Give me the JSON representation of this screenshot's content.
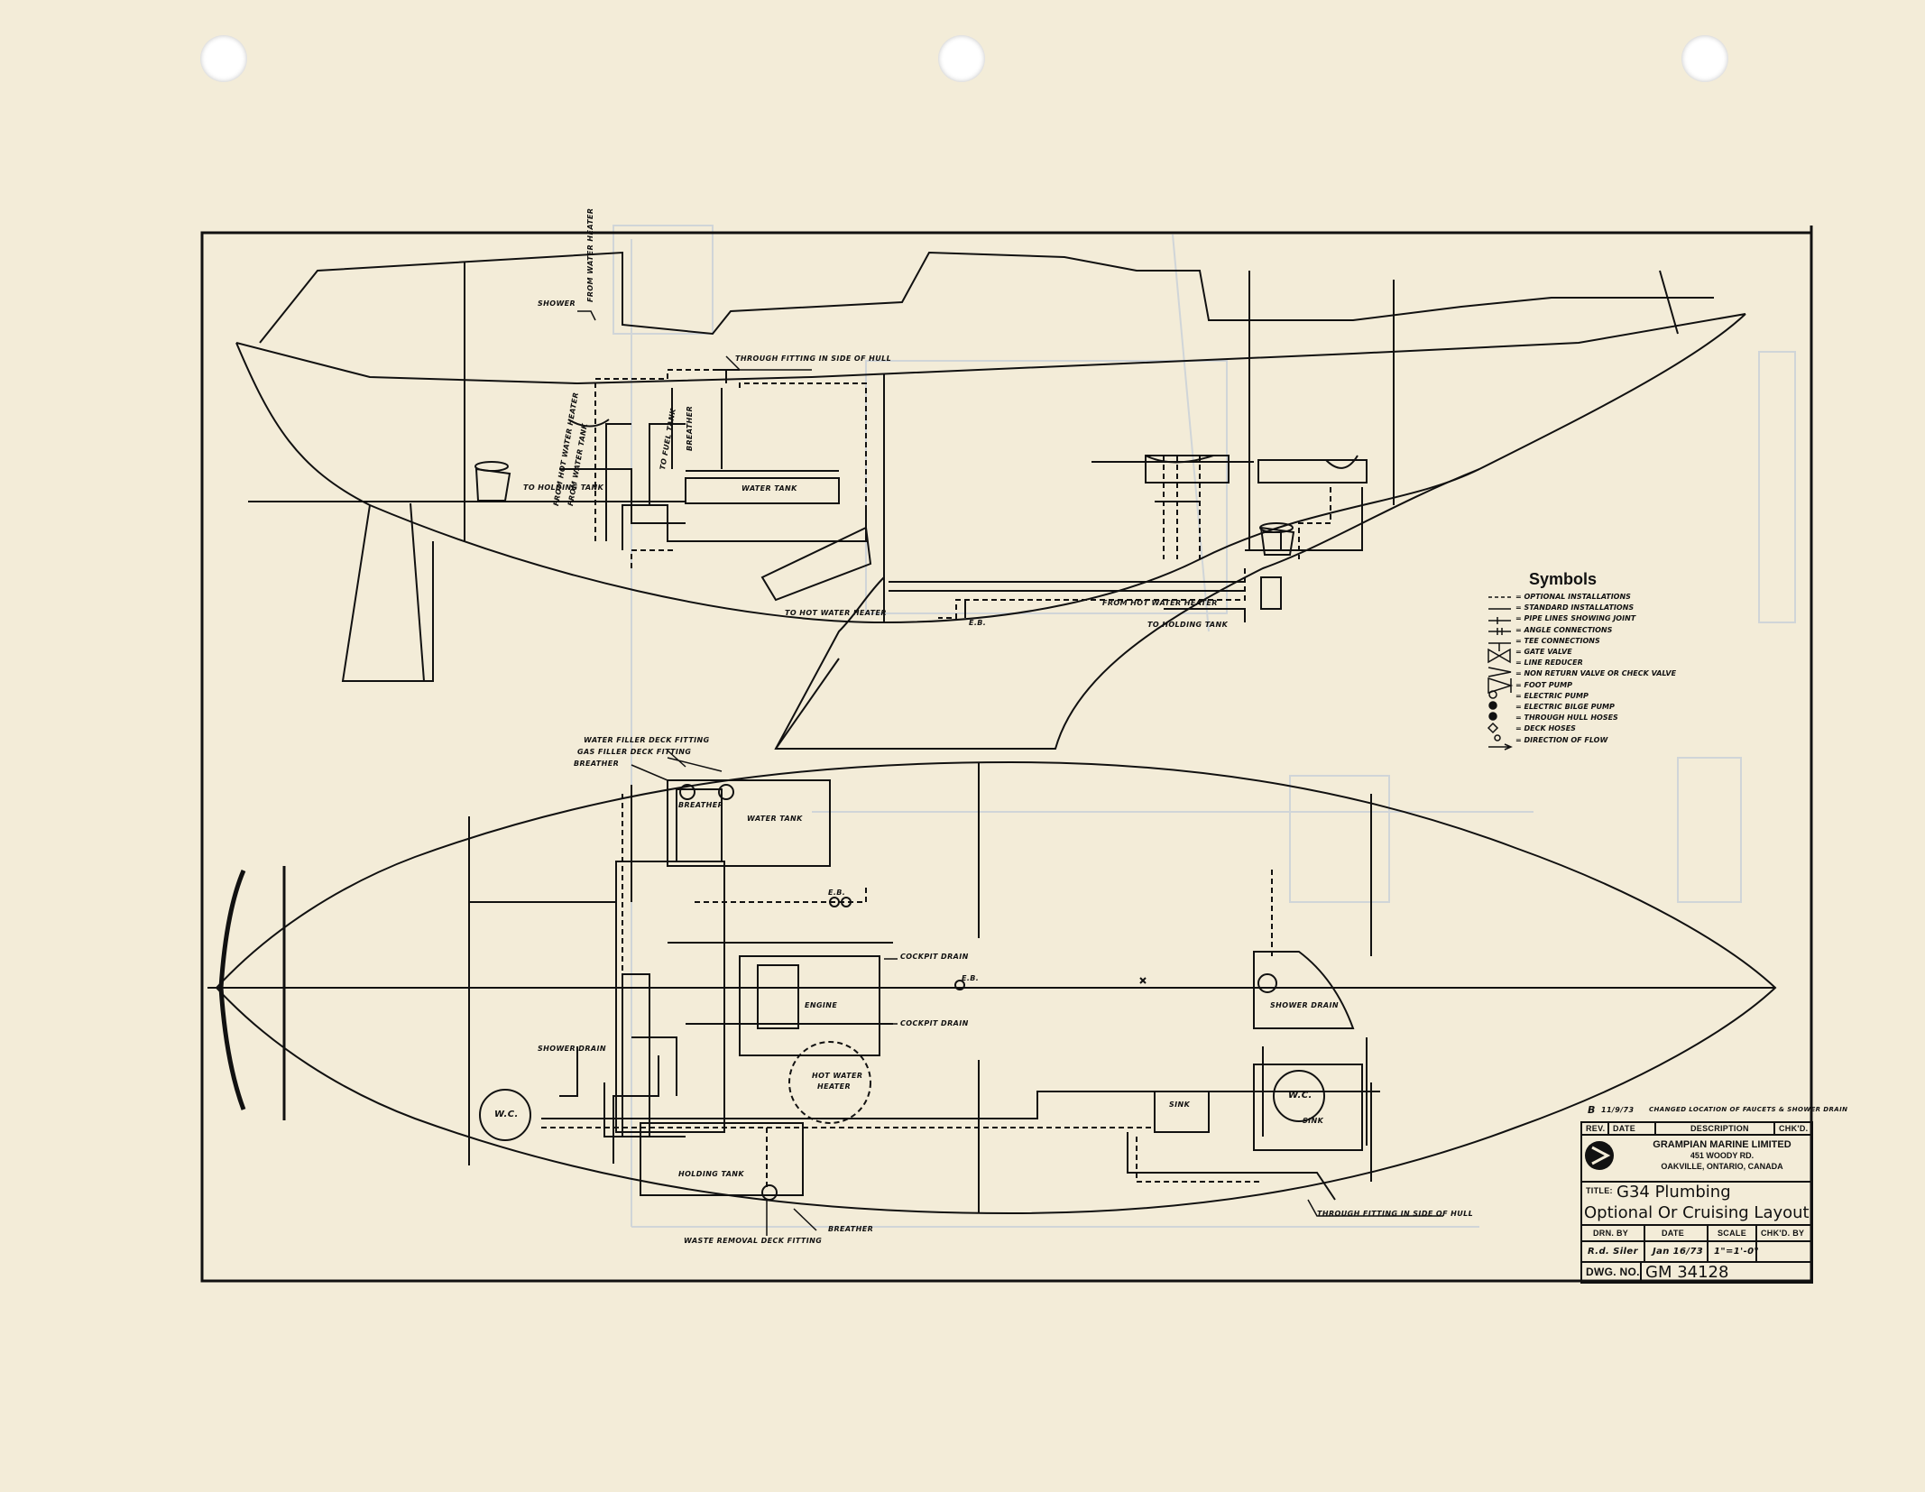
{
  "labels": {
    "shower": "SHOWER",
    "from_water_heater_top": "FROM WATER HEATER",
    "thruhull_top": "THROUGH FITTING IN SIDE OF HULL",
    "from_hot_water_heater_v": "FROM HOT WATER HEATER",
    "from_water_tank_v": "FROM WATER TANK",
    "to_holding_tank_left": "TO HOLDING TANK",
    "to_fuel_tank": "TO FUEL TANK",
    "breather_top": "BREATHER",
    "water_tank_profile": "WATER TANK",
    "to_hot_water_heater": "TO HOT WATER HEATER",
    "eb_profile": "E.B.",
    "from_hot_water_heater": "FROM HOT WATER HEATER",
    "to_holding_tank_right": "TO HOLDING TANK",
    "water_filler": "WATER FILLER DECK FITTING",
    "gas_filler": "GAS FILLER DECK FITTING",
    "breather_plan": "BREATHER",
    "breather_tank": "BREATHER",
    "water_tank_plan": "WATER TANK",
    "eb_plan_top": "E.B.",
    "cockpit_drain_1": "COCKPIT DRAIN",
    "engine": "ENGINE",
    "cockpit_drain_2": "COCKPIT DRAIN",
    "eb_plan": "E.B.",
    "shower_drain": "SHOWER DRAIN",
    "shower_drain_left": "SHOWER DRAIN",
    "hot_water_heater_1": "HOT WATER",
    "hot_water_heater_2": "HEATER",
    "wc_left": "W.C.",
    "wc_right": "W.C.",
    "sink_1": "SINK",
    "sink_2": "SINK",
    "holding_tank": "HOLDING TANK",
    "breather_bottom": "BREATHER",
    "waste_removal": "WASTE REMOVAL DECK FITTING",
    "thruhull_bottom": "THROUGH FITTING IN SIDE OF HULL"
  },
  "symbols": {
    "heading": "Symbols",
    "items": [
      "= OPTIONAL INSTALLATIONS",
      "= STANDARD INSTALLATIONS",
      "= PIPE LINES SHOWING JOINT",
      "= ANGLE CONNECTIONS",
      "= TEE CONNECTIONS",
      "= GATE VALVE",
      "= LINE REDUCER",
      "= NON RETURN VALVE OR CHECK VALVE",
      "= FOOT PUMP",
      "= ELECTRIC PUMP",
      "= ELECTRIC BILGE PUMP",
      "= THROUGH HULL HOSES",
      "= DECK HOSES",
      "= DIRECTION OF FLOW"
    ]
  },
  "revision": {
    "letter": "B",
    "date": "11/9/73",
    "description": "CHANGED LOCATION OF FAUCETS & SHOWER DRAIN",
    "headers": [
      "REV.",
      "DATE",
      "DESCRIPTION",
      "CHK'D."
    ]
  },
  "title_block": {
    "company": "GRAMPIAN MARINE LIMITED",
    "address1": "451 WOODY RD.",
    "address2": "OAKVILLE, ONTARIO, CANADA",
    "title_label": "TITLE:",
    "title_line1": "G34 Plumbing",
    "title_line2": "Optional Or Cruising Layout",
    "col_headers": [
      "DRN. BY",
      "DATE",
      "SCALE",
      "CHK'D. BY"
    ],
    "drawn_by": "R.d. Siler",
    "date": "Jan 16/73",
    "scale": "1\"=1'-0\"",
    "dwg_label": "DWG. NO.",
    "dwg_number": "GM 34128"
  },
  "colors": {
    "paper": "#f3ecd8",
    "ink": "#111111",
    "ghost": "#b9c6d8"
  }
}
